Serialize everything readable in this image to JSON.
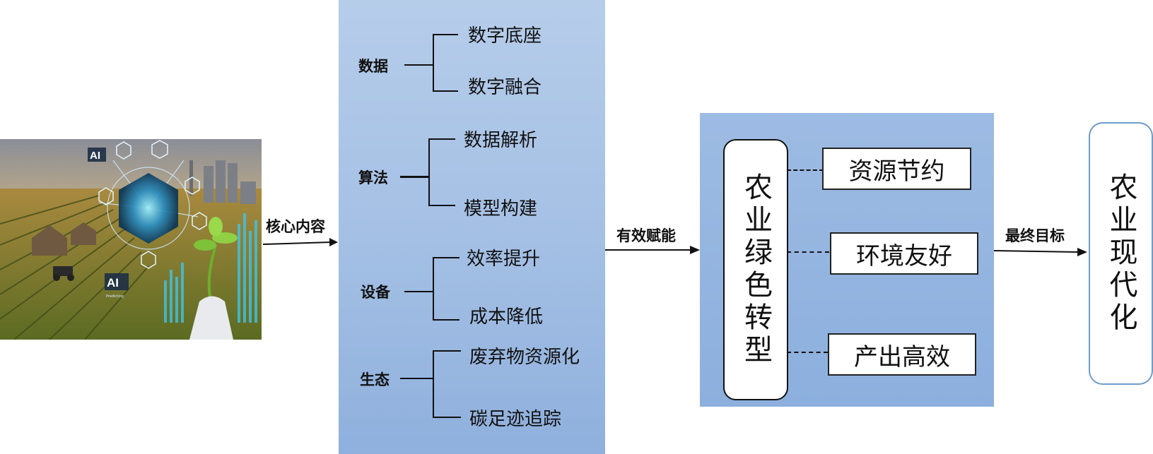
{
  "image_text": {
    "ai_badge_top": "AI",
    "ai_badge_bottom": "AI",
    "panel_text": "Predicting"
  },
  "arrows": {
    "core_content": "核心内容",
    "empower": "有效赋能",
    "final_goal": "最终目标"
  },
  "groups": [
    {
      "label": "数据",
      "items": [
        "数字底座",
        "数字融合"
      ]
    },
    {
      "label": "算法",
      "items": [
        "数据解析",
        "模型构建"
      ]
    },
    {
      "label": "设备",
      "items": [
        "效率提升",
        "成本降低"
      ]
    },
    {
      "label": "生态",
      "items": [
        "废弃物资源化",
        "碳足迹追踪"
      ]
    }
  ],
  "transformation": {
    "title": "农业绿色转型",
    "outcomes": [
      "资源节约",
      "环境友好",
      "产出高效"
    ]
  },
  "goal": "农业现代化",
  "colors": {
    "panel_blue_light": "#b6cdea",
    "panel_blue_dark": "#8fb0dd",
    "goal_border": "#6e9cc9"
  }
}
